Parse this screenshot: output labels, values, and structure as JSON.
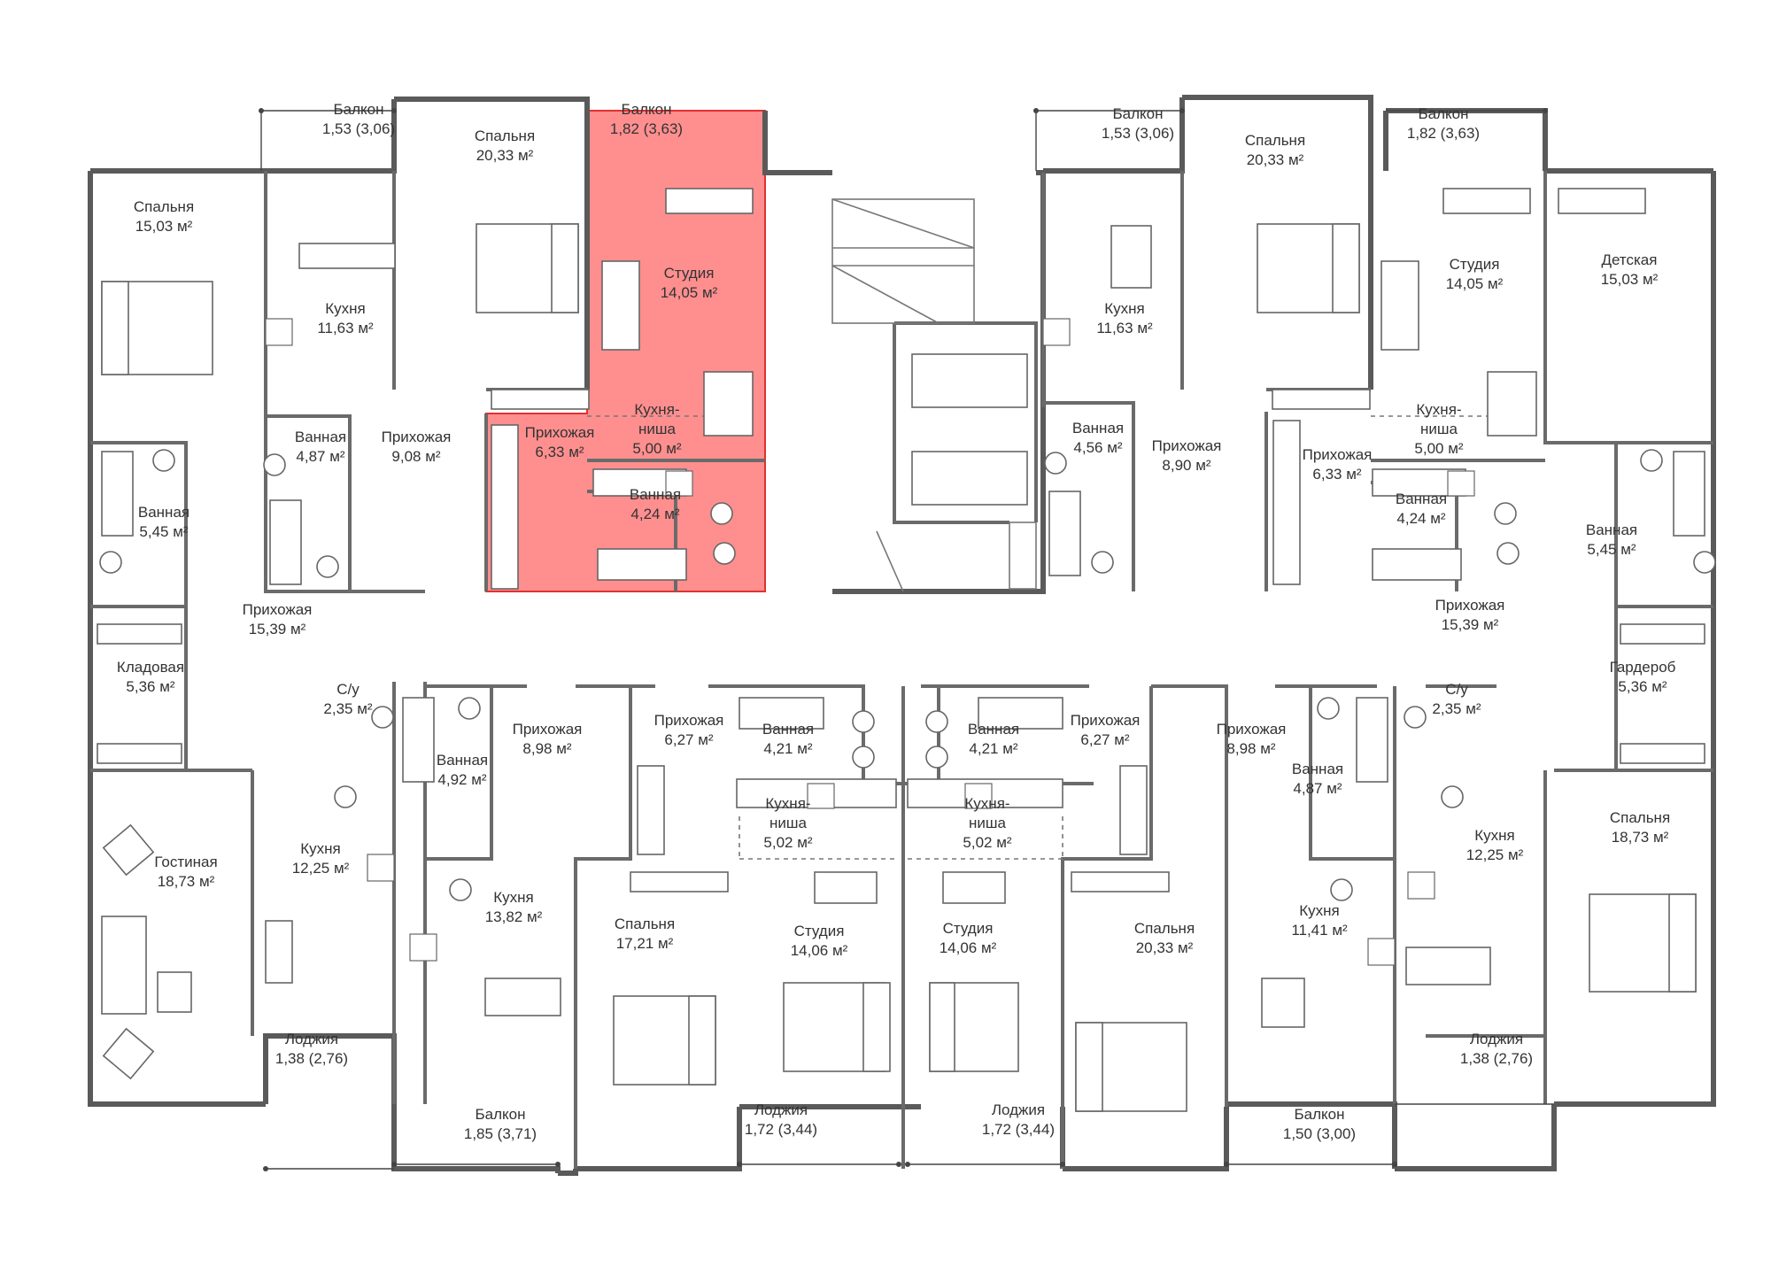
{
  "plan": {
    "highlight_color": "#ff4b4b",
    "rooms": [
      {
        "id": "balcony-1",
        "name": "Балкон",
        "area": "1,53 (3,06)"
      },
      {
        "id": "bedroom-1",
        "name": "Спальня",
        "area": "20,33 м²"
      },
      {
        "id": "balcony-2",
        "name": "Балкон",
        "area": "1,82 (3,63)"
      },
      {
        "id": "studio-1",
        "name": "Студия",
        "area": "14,05 м²"
      },
      {
        "id": "bedroom-2",
        "name": "Спальня",
        "area": "15,03 м²"
      },
      {
        "id": "kitchen-1",
        "name": "Кухня",
        "area": "11,63 м²"
      },
      {
        "id": "hall-1",
        "name": "Прихожая",
        "area": "9,08 м²"
      },
      {
        "id": "bath-1",
        "name": "Ванная",
        "area": "4,87 м²"
      },
      {
        "id": "hall-2",
        "name": "Прихожая",
        "area": "6,33 м²"
      },
      {
        "id": "niche-1",
        "name": "Кухня-\nниша",
        "area": "5,00 м²"
      },
      {
        "id": "bath-2",
        "name": "Ванная",
        "area": "4,24 м²"
      },
      {
        "id": "bath-3",
        "name": "Ванная",
        "area": "5,45 м²"
      },
      {
        "id": "hall-3",
        "name": "Прихожая",
        "area": "15,39 м²"
      },
      {
        "id": "storage-1",
        "name": "Кладовая",
        "area": "5,36 м²"
      },
      {
        "id": "balcony-3",
        "name": "Балкон",
        "area": "1,53 (3,06)"
      },
      {
        "id": "bedroom-3",
        "name": "Спальня",
        "area": "20,33 м²"
      },
      {
        "id": "balcony-4",
        "name": "Балкон",
        "area": "1,82 (3,63)"
      },
      {
        "id": "kitchen-2",
        "name": "Кухня",
        "area": "11,63 м²"
      },
      {
        "id": "studio-2",
        "name": "Студия",
        "area": "14,05 м²"
      },
      {
        "id": "kids-1",
        "name": "Детская",
        "area": "15,03 м²"
      },
      {
        "id": "bath-4",
        "name": "Ванная",
        "area": "4,56 м²"
      },
      {
        "id": "hall-4",
        "name": "Прихожая",
        "area": "8,90 м²"
      },
      {
        "id": "hall-5",
        "name": "Прихожая",
        "area": "6,33 м²"
      },
      {
        "id": "niche-2",
        "name": "Кухня-\nниша",
        "area": "5,00 м²"
      },
      {
        "id": "bath-5",
        "name": "Ванная",
        "area": "4,24 м²"
      },
      {
        "id": "bath-6",
        "name": "Ванная",
        "area": "5,45 м²"
      },
      {
        "id": "hall-6",
        "name": "Прихожая",
        "area": "15,39 м²"
      },
      {
        "id": "wardrobe-1",
        "name": "Гардероб",
        "area": "5,36 м²"
      },
      {
        "id": "wc-1",
        "name": "С/у",
        "area": "2,35 м²"
      },
      {
        "id": "bath-7",
        "name": "Ванная",
        "area": "4,92 м²"
      },
      {
        "id": "hall-7",
        "name": "Прихожая",
        "area": "8,98 м²"
      },
      {
        "id": "hall-8",
        "name": "Прихожая",
        "area": "6,27 м²"
      },
      {
        "id": "bath-8",
        "name": "Ванная",
        "area": "4,21 м²"
      },
      {
        "id": "bath-9",
        "name": "Ванная",
        "area": "4,21 м²"
      },
      {
        "id": "hall-9",
        "name": "Прихожая",
        "area": "6,27 м²"
      },
      {
        "id": "hall-10",
        "name": "Прихожая",
        "area": "8,98 м²"
      },
      {
        "id": "wc-2",
        "name": "С/у",
        "area": "2,35 м²"
      },
      {
        "id": "bath-10",
        "name": "Ванная",
        "area": "4,87 м²"
      },
      {
        "id": "living-1",
        "name": "Гостиная",
        "area": "18,73 м²"
      },
      {
        "id": "kitchen-3",
        "name": "Кухня",
        "area": "12,25 м²"
      },
      {
        "id": "kitchen-4",
        "name": "Кухня",
        "area": "13,82 м²"
      },
      {
        "id": "niche-3",
        "name": "Кухня-\nниша",
        "area": "5,02 м²"
      },
      {
        "id": "niche-4",
        "name": "Кухня-\nниша",
        "area": "5,02 м²"
      },
      {
        "id": "bedroom-4",
        "name": "Спальня",
        "area": "17,21 м²"
      },
      {
        "id": "studio-3",
        "name": "Студия",
        "area": "14,06 м²"
      },
      {
        "id": "studio-4",
        "name": "Студия",
        "area": "14,06 м²"
      },
      {
        "id": "bedroom-5",
        "name": "Спальня",
        "area": "20,33 м²"
      },
      {
        "id": "kitchen-5",
        "name": "Кухня",
        "area": "11,41 м²"
      },
      {
        "id": "kitchen-6",
        "name": "Кухня",
        "area": "12,25 м²"
      },
      {
        "id": "bedroom-6",
        "name": "Спальня",
        "area": "18,73 м²"
      },
      {
        "id": "loggia-1",
        "name": "Лоджия",
        "area": "1,38 (2,76)"
      },
      {
        "id": "balcony-5",
        "name": "Балкон",
        "area": "1,85 (3,71)"
      },
      {
        "id": "loggia-2",
        "name": "Лоджия",
        "area": "1,72 (3,44)"
      },
      {
        "id": "loggia-3",
        "name": "Лоджия",
        "area": "1,72 (3,44)"
      },
      {
        "id": "balcony-6",
        "name": "Балкон",
        "area": "1,50 (3,00)"
      },
      {
        "id": "loggia-4",
        "name": "Лоджия",
        "area": "1,38 (2,76)"
      }
    ]
  }
}
